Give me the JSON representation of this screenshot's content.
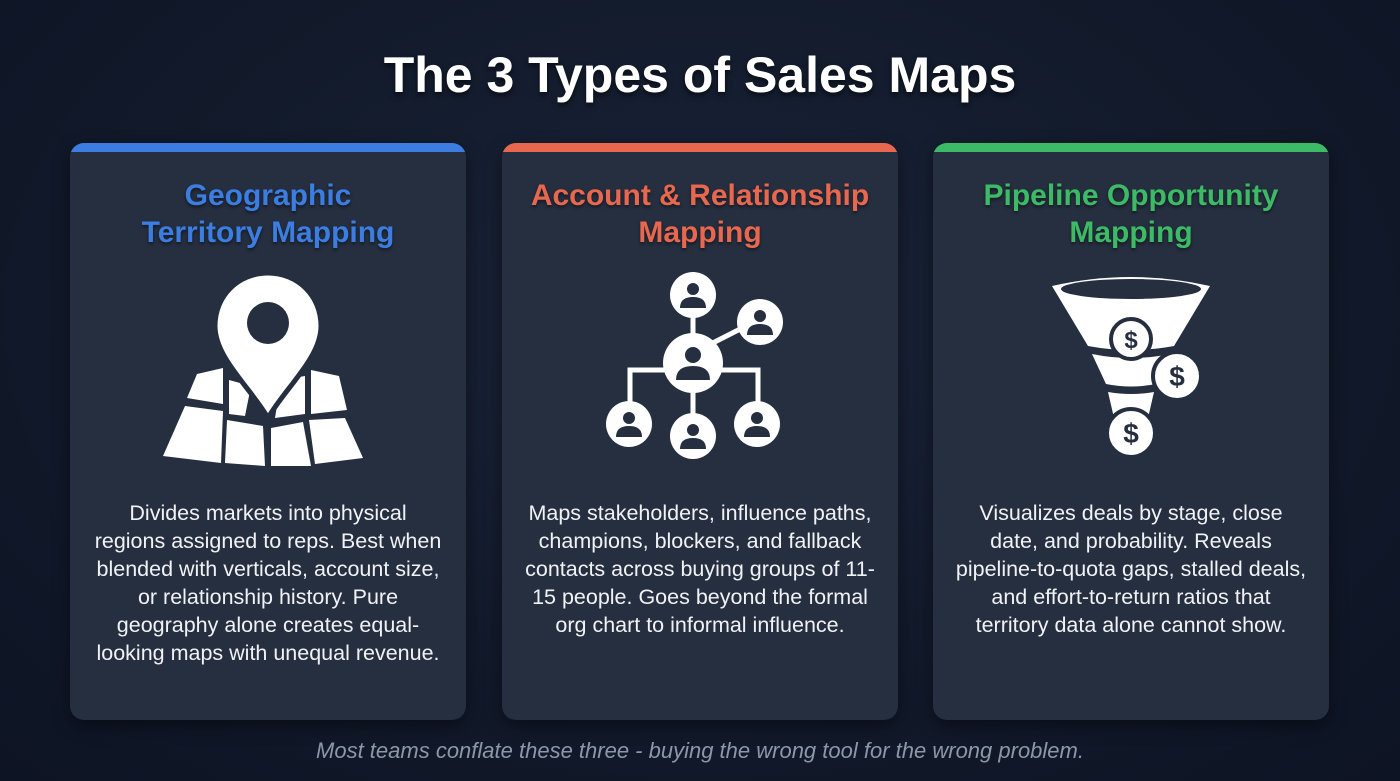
{
  "page": {
    "title": "The 3 Types of Sales Maps",
    "footer": "Most teams conflate these three - buying the wrong tool for the wrong problem."
  },
  "colors": {
    "background": "#121a2b",
    "card_background": "#262f40",
    "geographic_accent": "#3b7de0",
    "account_accent": "#e8674f",
    "pipeline_accent": "#3dba66",
    "icon_color": "#ffffff",
    "footer_text": "#8d97a8"
  },
  "cards": [
    {
      "title_line1": "Geographic",
      "title_line2": "Territory Mapping",
      "icon": "map-pin-icon",
      "accent": "#3b7de0",
      "description": "Divides markets into physical regions assigned to reps. Best when blended with verticals, account size, or relationship history. Pure geography alone creates equal-looking maps with unequal revenue."
    },
    {
      "title_line1": "Account & Relationship",
      "title_line2": "Mapping",
      "icon": "org-network-icon",
      "accent": "#e8674f",
      "description": "Maps stakeholders, influence paths, champions, blockers, and fallback contacts across buying groups of 11-15 people. Goes beyond the formal org chart to informal influence."
    },
    {
      "title_line1": "Pipeline Opportunity",
      "title_line2": "Mapping",
      "icon": "sales-funnel-icon",
      "accent": "#3dba66",
      "description": "Visualizes deals by stage, close date, and probability. Reveals pipeline-to-quota gaps, stalled deals, and effort-to-return ratios that territory data alone cannot show."
    }
  ]
}
